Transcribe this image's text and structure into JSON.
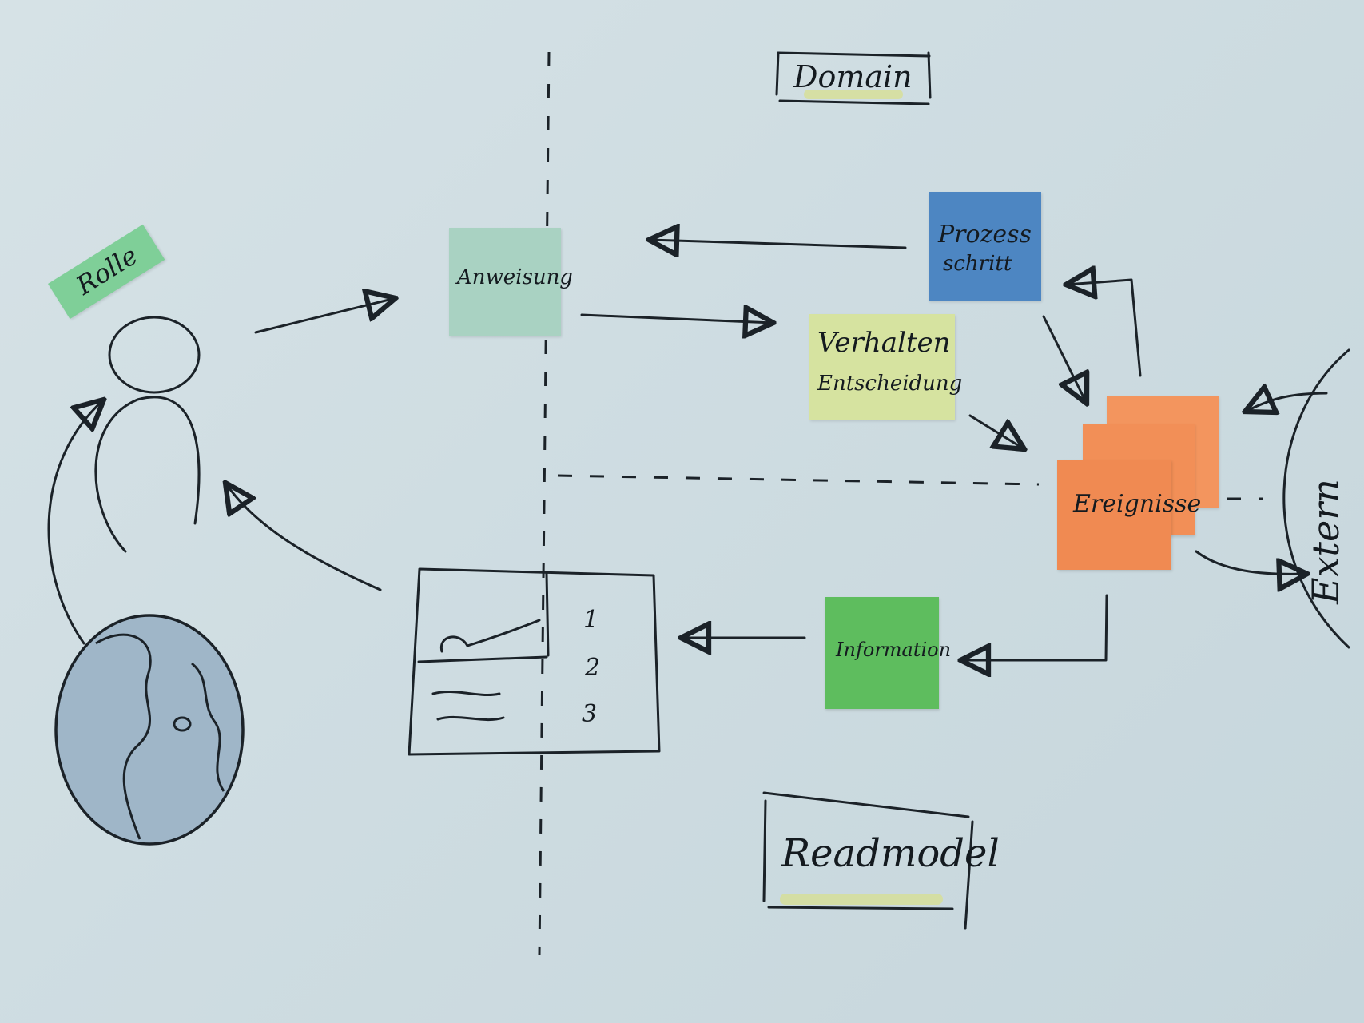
{
  "labels": {
    "domain": "Domain",
    "readmodel": "Readmodel",
    "rolle": "Rolle",
    "anweisung": "Anweisung",
    "prozessschritt_line1": "Prozess",
    "prozessschritt_line2": "schritt",
    "verhalten_line1": "Verhalten",
    "verhalten_line2": "Entscheidung",
    "ereignisse": "Ereignisse",
    "information": "Information",
    "extern": "Extern",
    "list_item_1": "1",
    "list_item_2": "2",
    "list_item_3": "3"
  },
  "colors": {
    "anweisung": "#a9d2c2",
    "prozessschritt": "#4d86c2",
    "verhalten": "#d6e3a0",
    "ereignisse": "#f08a52",
    "information": "#5ebd5e",
    "rolle": "#7fcf98",
    "highlighter": "#d8e08a"
  }
}
